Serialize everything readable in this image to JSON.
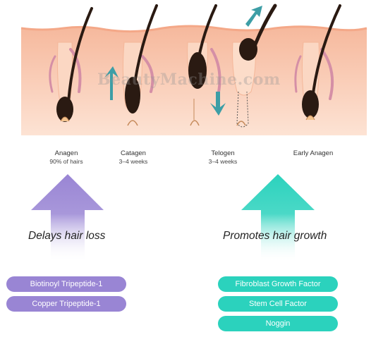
{
  "watermark": "BeautyMachine.com",
  "stages": [
    {
      "name": "Anagen",
      "sub": "90% of hairs"
    },
    {
      "name": "Catagen",
      "sub": "3–4 weeks"
    },
    {
      "name": "Telogen",
      "sub": "3–4 weeks"
    },
    {
      "name": "Early Anagen",
      "sub": ""
    }
  ],
  "left": {
    "caption": "Delays hair loss",
    "color": "#9985d4",
    "ingredients": [
      "Biotinoyl Tripeptide-1",
      "Copper Tripeptide-1"
    ]
  },
  "right": {
    "caption": "Promotes hair growth",
    "color": "#2bd2bd",
    "ingredients": [
      "Fibroblast Growth Factor",
      "Stem Cell Factor",
      "Noggin"
    ]
  },
  "colors": {
    "skin": "#f9cdb4",
    "skin_dark": "#f1b496",
    "hair": "#2a1a12",
    "vessel": "#d58fa6",
    "cycle_arrow": "#3d9ea6"
  }
}
